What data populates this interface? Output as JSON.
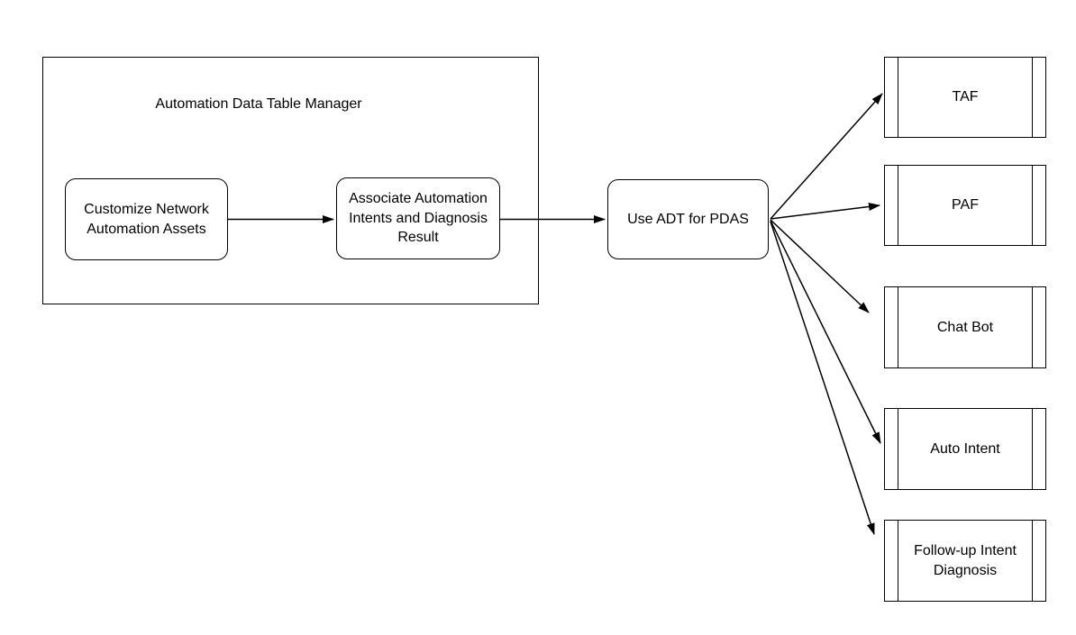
{
  "diagram": {
    "container_title": "Automation Data Table Manager",
    "nodes": {
      "customize": {
        "label": "Customize Network Automation Assets",
        "shape": "rounded-rectangle"
      },
      "associate": {
        "label": "Associate Automation Intents and Diagnosis Result",
        "shape": "rounded-rectangle"
      },
      "use_adt": {
        "label": "Use ADT for PDAS",
        "shape": "rounded-rectangle"
      },
      "taf": {
        "label": "TAF",
        "shape": "subroutine"
      },
      "paf": {
        "label": "PAF",
        "shape": "subroutine"
      },
      "chat_bot": {
        "label": "Chat Bot",
        "shape": "subroutine"
      },
      "auto_intent": {
        "label": "Auto Intent",
        "shape": "subroutine"
      },
      "followup": {
        "label": "Follow-up Intent Diagnosis",
        "shape": "subroutine"
      }
    },
    "edges": [
      {
        "from": "customize",
        "to": "associate"
      },
      {
        "from": "associate",
        "to": "use_adt"
      },
      {
        "from": "use_adt",
        "to": "taf"
      },
      {
        "from": "use_adt",
        "to": "paf"
      },
      {
        "from": "use_adt",
        "to": "chat_bot"
      },
      {
        "from": "use_adt",
        "to": "auto_intent"
      },
      {
        "from": "use_adt",
        "to": "followup"
      }
    ],
    "colors": {
      "stroke": "#000000",
      "text": "#000000",
      "background": "#ffffff"
    }
  }
}
